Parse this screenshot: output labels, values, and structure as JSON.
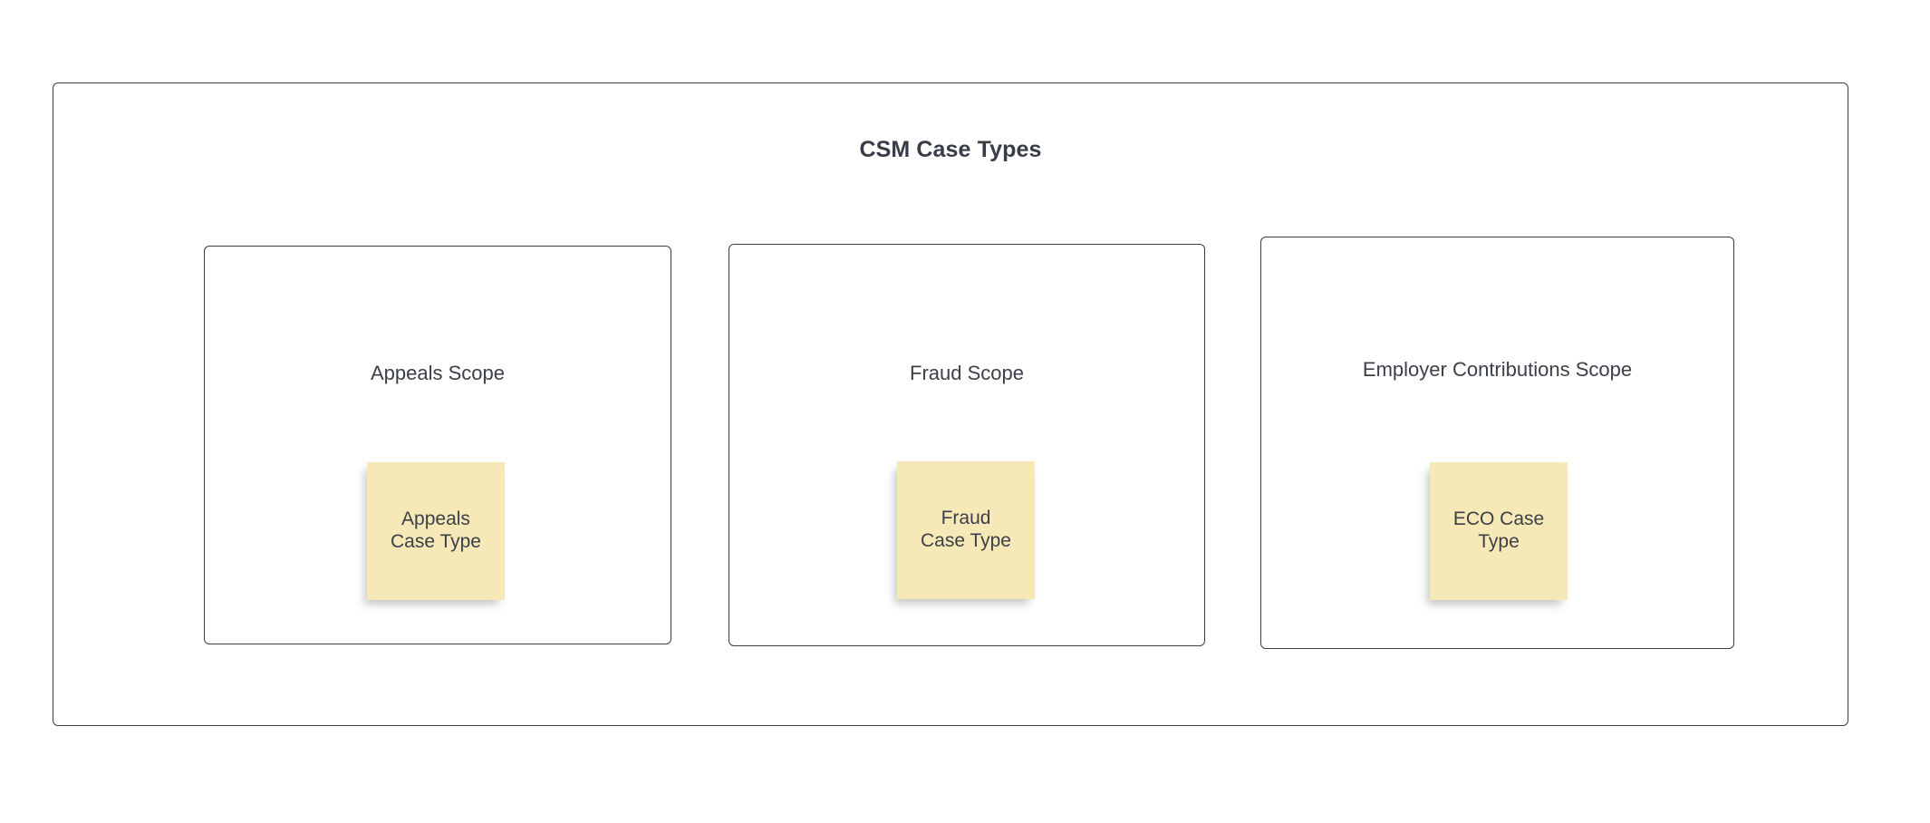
{
  "diagram": {
    "title": "CSM Case Types",
    "background_color": "#ffffff",
    "border_color": "#3b3f49",
    "title_color": "#373c47",
    "note_color": "#f7e9b7",
    "scopes": [
      {
        "label": "Appeals Scope",
        "note": {
          "label": "Appeals\nCase Type"
        }
      },
      {
        "label": "Fraud Scope",
        "note": {
          "label": "Fraud\nCase Type"
        }
      },
      {
        "label": "Employer Contributions Scope",
        "note": {
          "label": "ECO Case\nType"
        }
      }
    ]
  }
}
